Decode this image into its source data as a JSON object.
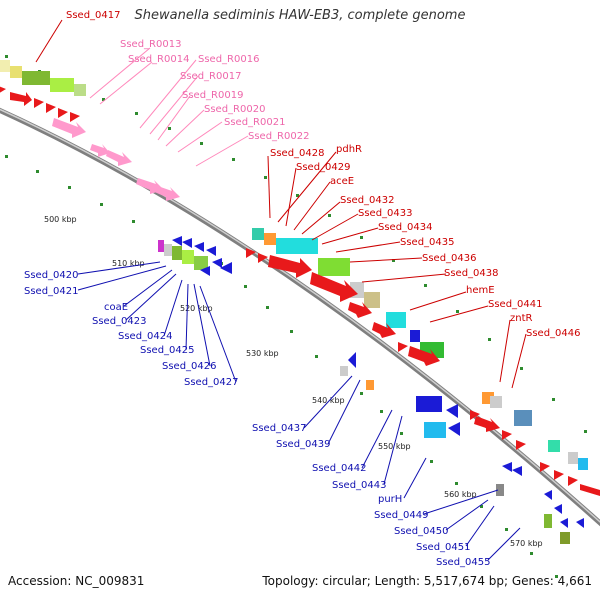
{
  "title": "Shewanella sediminis HAW-EB3, complete genome",
  "footer": {
    "accession": "Accession: NC_009831",
    "topology": "Topology: circular; Length: 5,517,674 bp; Genes: 4,661"
  },
  "colors": {
    "backbone": "#8c8c8c",
    "forward_gene": "#e8191b",
    "reverse_gene": "#1b1bd6",
    "rna": "#ff99cc",
    "ticks": "#2e8b2e",
    "label_forward": "#cc0000",
    "label_reverse": "#1010b0",
    "label_rna": "#ee66aa"
  },
  "kbp_ticks": [
    "500 kbp",
    "510 kbp",
    "520 kbp",
    "530 kbp",
    "540 kbp",
    "550 kbp",
    "560 kbp",
    "570 kbp"
  ],
  "labels": {
    "top": [
      "Ssed_0417"
    ],
    "rna": [
      "Ssed_R0013",
      "Ssed_R0014",
      "Ssed_R0016",
      "Ssed_R0017",
      "Ssed_R0019",
      "Ssed_R0020",
      "Ssed_R0021",
      "Ssed_R0022"
    ],
    "forward": [
      "Ssed_0428",
      "pdhR",
      "Ssed_0429",
      "aceE",
      "Ssed_0432",
      "Ssed_0433",
      "Ssed_0434",
      "Ssed_0435",
      "Ssed_0436",
      "Ssed_0438",
      "hemE",
      "Ssed_0441",
      "zntR",
      "Ssed_0446"
    ],
    "reverse": [
      "Ssed_0420",
      "Ssed_0421",
      "coaE",
      "Ssed_0423",
      "Ssed_0424",
      "Ssed_0425",
      "Ssed_0426",
      "Ssed_0427",
      "Ssed_0437",
      "Ssed_0439",
      "Ssed_0442",
      "Ssed_0443",
      "purH",
      "Ssed_0449",
      "Ssed_0450",
      "Ssed_0451",
      "Ssed_0455"
    ]
  }
}
